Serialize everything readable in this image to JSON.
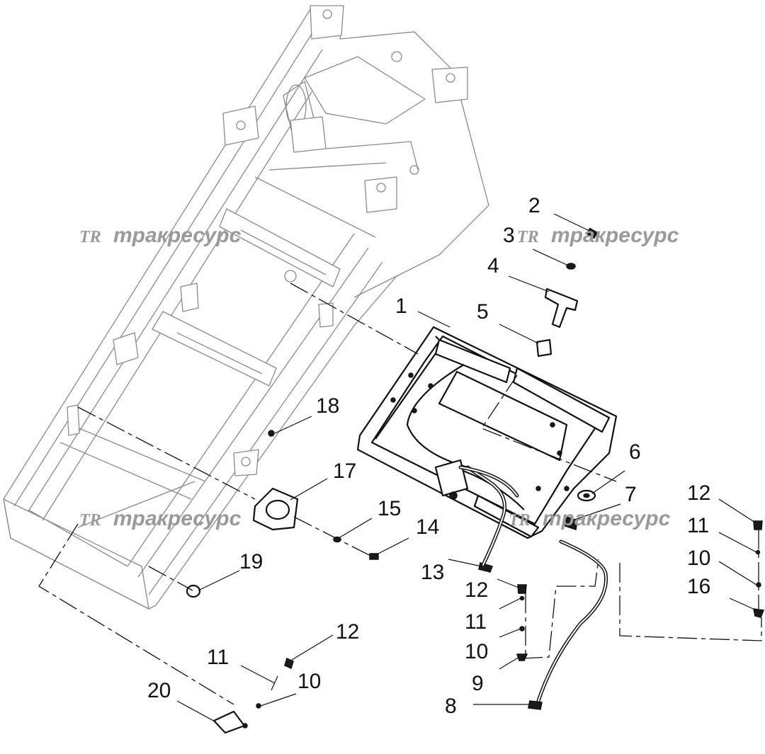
{
  "diagram": {
    "callouts": [
      {
        "id": "1",
        "label": "1"
      },
      {
        "id": "2",
        "label": "2"
      },
      {
        "id": "3",
        "label": "3"
      },
      {
        "id": "4",
        "label": "4"
      },
      {
        "id": "5",
        "label": "5"
      },
      {
        "id": "6",
        "label": "6"
      },
      {
        "id": "7",
        "label": "7"
      },
      {
        "id": "8",
        "label": "8"
      },
      {
        "id": "9",
        "label": "9"
      },
      {
        "id": "10a",
        "label": "10"
      },
      {
        "id": "11a",
        "label": "11"
      },
      {
        "id": "12a",
        "label": "12"
      },
      {
        "id": "13",
        "label": "13"
      },
      {
        "id": "14",
        "label": "14"
      },
      {
        "id": "15",
        "label": "15"
      },
      {
        "id": "16",
        "label": "16"
      },
      {
        "id": "17",
        "label": "17"
      },
      {
        "id": "18",
        "label": "18"
      },
      {
        "id": "19",
        "label": "19"
      },
      {
        "id": "20",
        "label": "20"
      },
      {
        "id": "10b",
        "label": "10"
      },
      {
        "id": "11b",
        "label": "11"
      },
      {
        "id": "12b",
        "label": "12"
      },
      {
        "id": "10c",
        "label": "10"
      },
      {
        "id": "11c",
        "label": "11"
      },
      {
        "id": "12c",
        "label": "12"
      }
    ]
  },
  "watermark": {
    "logo": "TR",
    "text": "тракресурс"
  },
  "colors": {
    "frame_line": "#8a8a8a",
    "part_line": "#111111",
    "watermark": "#9a9a9a"
  }
}
